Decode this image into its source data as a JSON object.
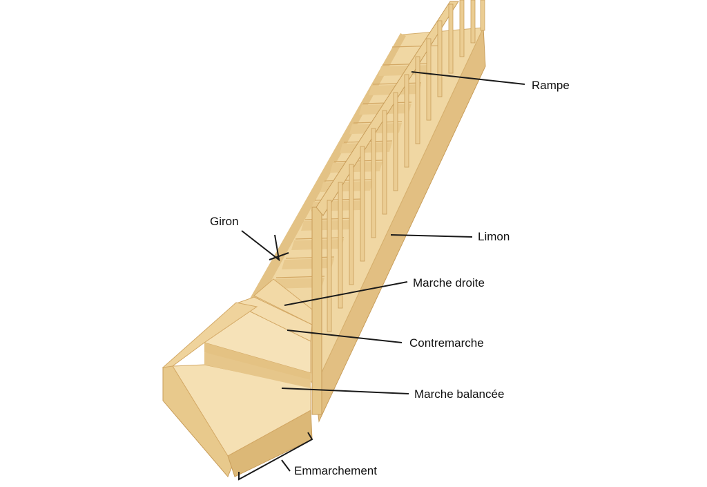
{
  "labels": {
    "rampe": "Rampe",
    "giron": "Giron",
    "limon": "Limon",
    "marche_droite": "Marche droite",
    "contremarche": "Contremarche",
    "marche_balancee": "Marche balancée",
    "emmarchement": "Emmarchement"
  },
  "colors": {
    "background": "#ffffff",
    "wood_light": "#f3dcaa",
    "wood_mid": "#e7c88f",
    "wood_dark": "#d6b06f",
    "wood_edge": "#c89d5a",
    "leader_line": "#1a1a1a",
    "label_text": "#111111"
  },
  "illustration": "wooden-quarter-turn-staircase"
}
